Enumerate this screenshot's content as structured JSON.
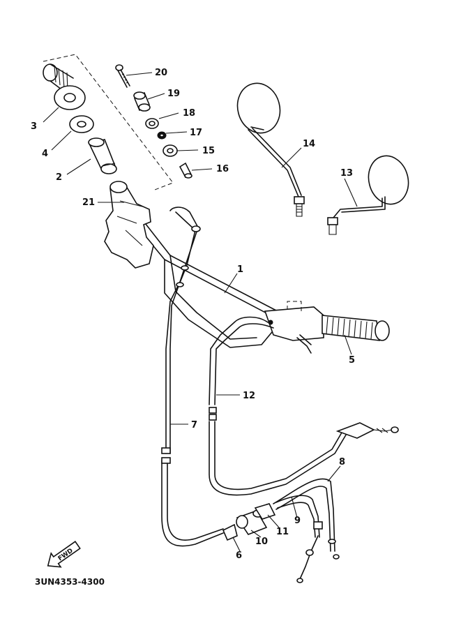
{
  "diagram_code": "3UN4353-4300",
  "fwd_label": "FWD",
  "callouts": {
    "c1": "1",
    "c2": "2",
    "c3": "3",
    "c4": "4",
    "c5": "5",
    "c6": "6",
    "c7": "7",
    "c8": "8",
    "c9": "9",
    "c10": "10",
    "c11": "11",
    "c12": "12",
    "c13": "13",
    "c14": "14",
    "c15": "15",
    "c16": "16",
    "c17": "17",
    "c18": "18",
    "c19": "19",
    "c20": "20",
    "c21": "21"
  },
  "colors": {
    "ink": "#111111",
    "background": "#ffffff"
  }
}
